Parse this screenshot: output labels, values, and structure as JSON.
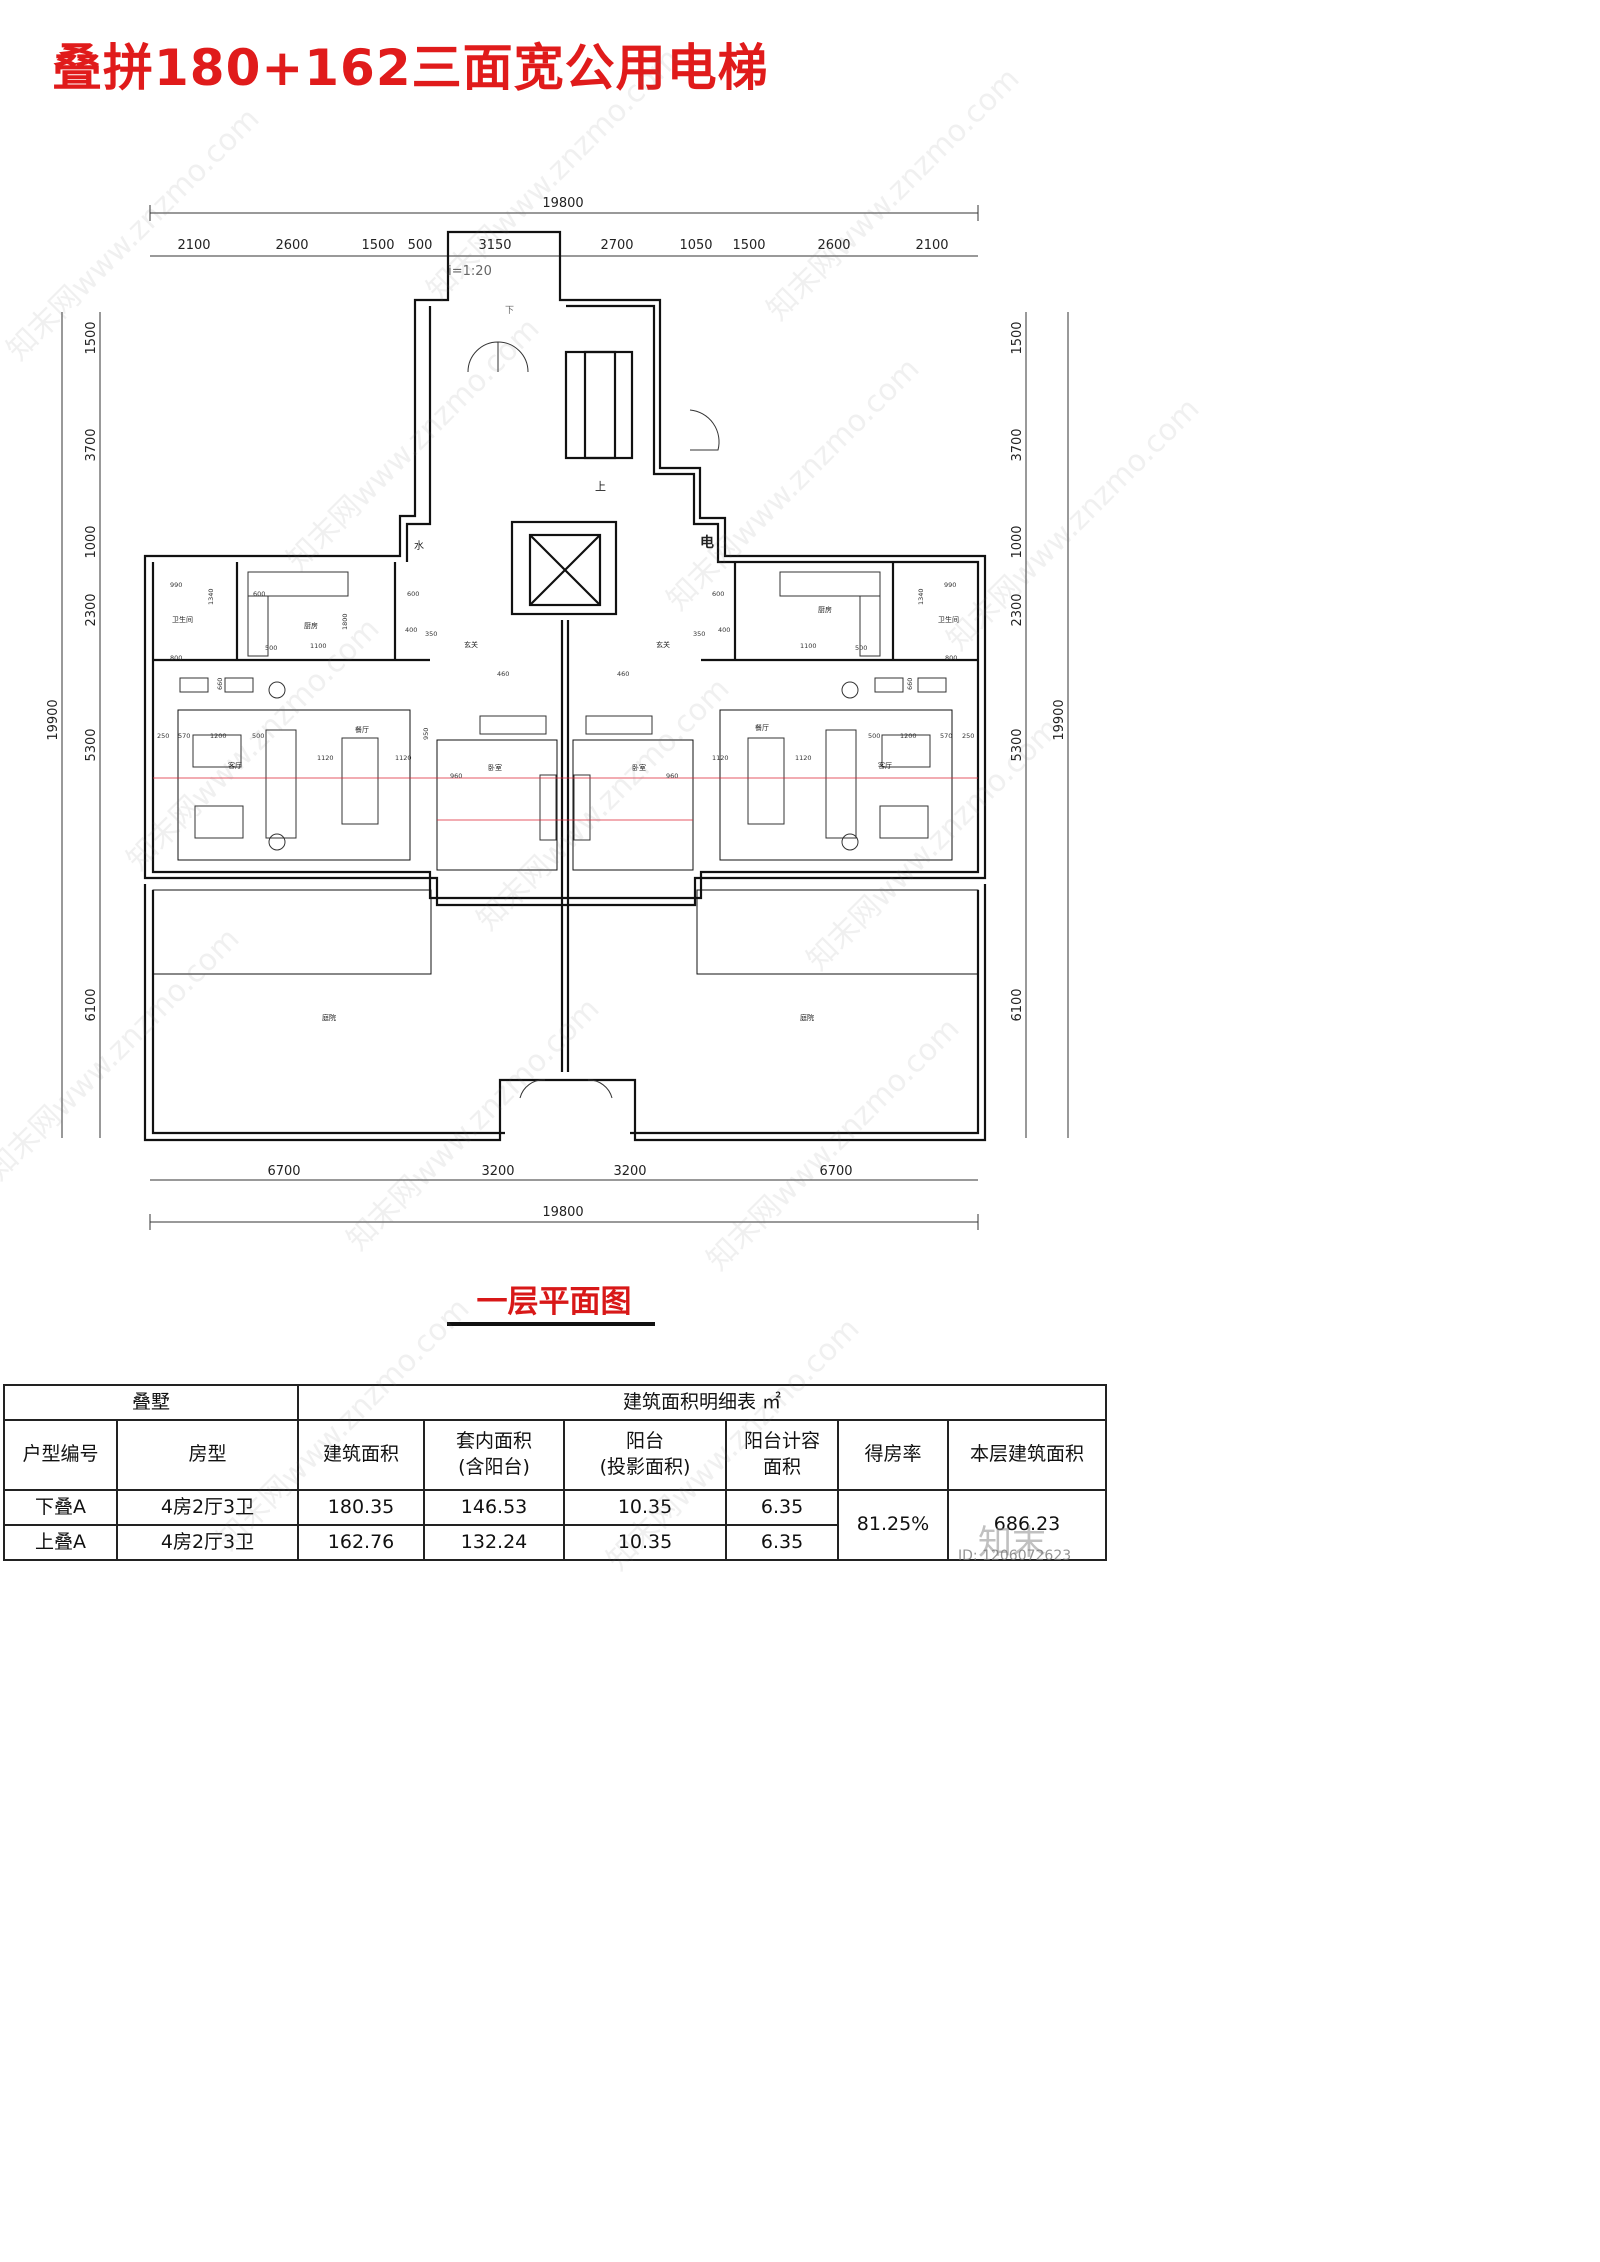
{
  "title": "叠拼180+162三面宽公用电梯",
  "subtitle": "一层平面图",
  "dims": {
    "top_total": "19800",
    "top_segments": [
      "2100",
      "2600",
      "1500",
      "500",
      "3150",
      "2700",
      "1050",
      "1500",
      "2600",
      "2100"
    ],
    "left_total": "19900",
    "left_segments": [
      "1500",
      "3700",
      "1000",
      "2300",
      "5300",
      "6100"
    ],
    "right_total": "19900",
    "right_segments": [
      "1500",
      "3700",
      "1000",
      "2300",
      "5300",
      "6100"
    ],
    "bottom_segments": [
      "6700",
      "3200",
      "3200",
      "6700"
    ],
    "bottom_total": "19800"
  },
  "plan_labels": {
    "ramp": "i=1:20",
    "down": "下",
    "up": "上",
    "water": "水",
    "electric": "电",
    "bath": "卫生间",
    "kitchen": "厨房",
    "foyer": "玄关",
    "living": "客厅",
    "dining": "餐厅",
    "bedroom": "卧室",
    "garden": "庭院",
    "inner": {
      "d990": "990",
      "d1340": "1340",
      "d600": "600",
      "d1800": "1800",
      "d400": "400",
      "d350": "350",
      "d800": "800",
      "d1100": "1100",
      "d500": "500",
      "d660": "660",
      "d1200": "1200",
      "d570": "570",
      "d250": "250",
      "d1120": "1120",
      "d950": "950",
      "d960": "960",
      "d460": "460"
    }
  },
  "table": {
    "group_left": "叠墅",
    "group_right": "建筑面积明细表 ㎡",
    "headers": [
      "户型编号",
      "房型",
      "建筑面积",
      "套内面积\n(含阳台)",
      "阳台\n(投影面积)",
      "阳台计容\n面积",
      "得房率",
      "本层建筑面积"
    ],
    "rows": [
      [
        "下叠A",
        "4房2厅3卫",
        "180.35",
        "146.53",
        "10.35",
        "6.35"
      ],
      [
        "上叠A",
        "4房2厅3卫",
        "162.76",
        "132.24",
        "10.35",
        "6.35"
      ]
    ],
    "ratio": "81.25%",
    "floor_total": "686.23"
  },
  "watermark": "知末网www.znzmo.com",
  "logo_text": "知末",
  "id_text": "ID: 1206072623"
}
